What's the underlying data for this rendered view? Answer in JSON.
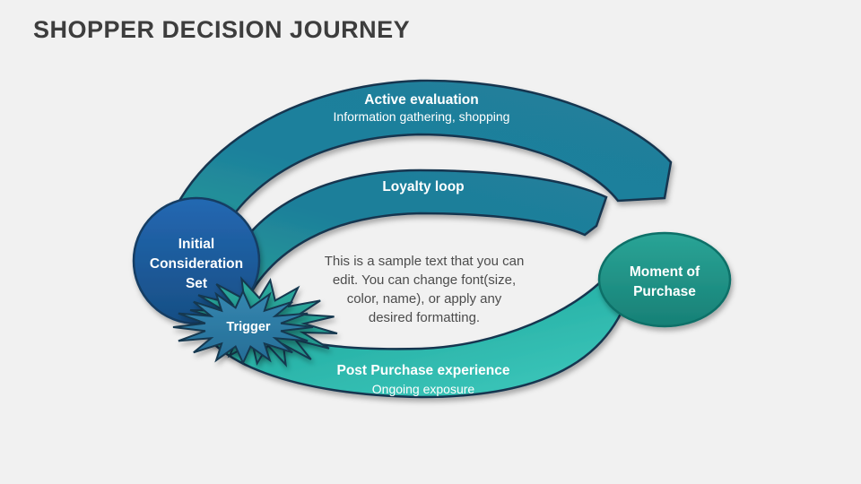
{
  "slide": {
    "title": "SHOPPER DECISION JOURNEY"
  },
  "diagram": {
    "active_evaluation": {
      "label": "Active evaluation",
      "sublabel": "Information gathering, shopping"
    },
    "loyalty_loop": {
      "label": "Loyalty loop"
    },
    "post_purchase": {
      "label": "Post Purchase experience",
      "sublabel": "Ongoing exposure"
    },
    "initial_consideration": {
      "line1": "Initial",
      "line2": "Consideration",
      "line3": "Set"
    },
    "trigger": {
      "label": "Trigger"
    },
    "moment_of_purchase": {
      "line1": "Moment of",
      "line2": "Purchase"
    },
    "center_note": {
      "line1": "This is a sample text that you can",
      "line2": "edit. You can change font(size,",
      "line3": "color, name), or apply any",
      "line4": "desired formatting."
    },
    "colors": {
      "arc_teal": "#1d7f9b",
      "arc_teal_green": "#2aa394",
      "arc_turquoise": "#2cb6ab",
      "initial_circle_blue": "#1d5fa5",
      "moment_ellipse_green": "#1f948a",
      "trigger_front_blue": "#2f80a8",
      "trigger_back_teal": "#2aa89c",
      "outline_navy": "#14354f",
      "title_text": "#3d3d3d",
      "note_text": "#4c4c4c",
      "label_text": "#ffffff"
    }
  }
}
